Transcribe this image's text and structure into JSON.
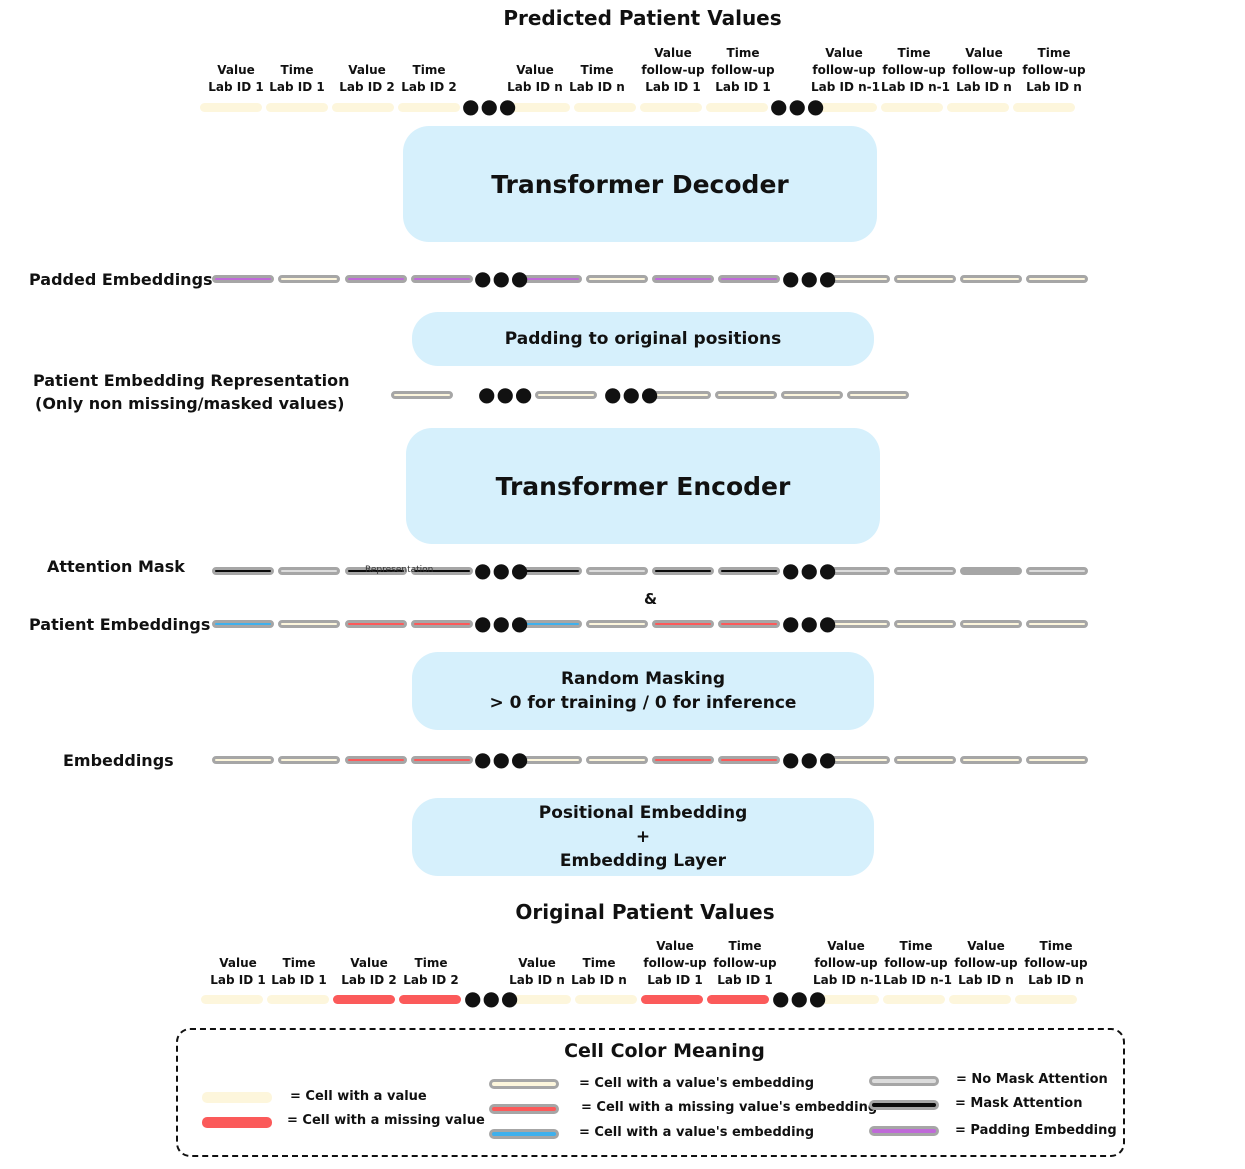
{
  "titles": {
    "predicted": "Predicted Patient Values",
    "original": "Original Patient Values"
  },
  "blocks": {
    "decoder": "Transformer Decoder",
    "padding": "Padding to original positions",
    "encoder": "Transformer Encoder",
    "masking_line1": "Random Masking",
    "masking_line2": "> 0 for training / 0 for inference",
    "positional_line1": "Positional Embedding",
    "positional_plus": "+",
    "positional_line3": "Embedding Layer"
  },
  "row_labels": {
    "padded": "Padded Embeddings",
    "representation_line1": "Patient Embedding Representation",
    "representation_line2": "(Only non missing/masked values)",
    "attention": "Attention Mask",
    "patient": "Patient Embeddings",
    "embeddings": "Embeddings"
  },
  "ampersand": "&",
  "overlap_text": "Representation",
  "dots": "●●●",
  "columns": [
    {
      "lines": [
        "Value",
        "Lab ID 1"
      ]
    },
    {
      "lines": [
        "Time",
        "Lab ID 1"
      ]
    },
    {
      "lines": [
        "Value",
        "Lab ID 2"
      ]
    },
    {
      "lines": [
        "Time",
        "Lab ID 2"
      ]
    },
    {
      "lines": [
        "Value",
        "Lab ID n"
      ]
    },
    {
      "lines": [
        "Time",
        "Lab ID n"
      ]
    },
    {
      "lines": [
        "Value",
        "follow-up",
        "Lab ID 1"
      ]
    },
    {
      "lines": [
        "Time",
        "follow-up",
        "Lab ID 1"
      ]
    },
    {
      "lines": [
        "Value",
        "follow-up",
        "Lab ID n-1"
      ]
    },
    {
      "lines": [
        "Time",
        "follow-up",
        "Lab ID n-1"
      ]
    },
    {
      "lines": [
        "Value",
        "follow-up",
        "Lab ID n"
      ]
    },
    {
      "lines": [
        "Time",
        "follow-up",
        "Lab ID n"
      ]
    }
  ],
  "rows": {
    "predicted": [
      "value",
      "value",
      "value",
      "value",
      "value",
      "value",
      "value",
      "value",
      "value",
      "value",
      "value",
      "value"
    ],
    "padded": [
      "padding",
      "valemb",
      "padding",
      "padding",
      "padding",
      "valemb",
      "padding",
      "padding",
      "valemb",
      "valemb",
      "valemb",
      "valemb"
    ],
    "attention": [
      "mask",
      "nomask",
      "mask",
      "mask",
      "mask",
      "nomask",
      "mask",
      "mask",
      "nomask",
      "nomask",
      "nomask_fill",
      "nomask"
    ],
    "patient": [
      "blue",
      "valemb",
      "missemb",
      "missemb",
      "blue",
      "valemb",
      "missemb",
      "missemb",
      "valemb",
      "valemb",
      "valemb",
      "valemb"
    ],
    "embeddings": [
      "valemb",
      "valemb",
      "missemb",
      "missemb",
      "valemb",
      "valemb",
      "missemb",
      "missemb",
      "valemb",
      "valemb",
      "valemb",
      "valemb"
    ],
    "original": [
      "value",
      "value",
      "missing",
      "missing",
      "value",
      "value",
      "missing",
      "missing",
      "value",
      "value",
      "value",
      "value"
    ]
  },
  "legend": {
    "title": "Cell Color Meaning",
    "items": [
      {
        "type": "value",
        "text": "= Cell with a value"
      },
      {
        "type": "missing",
        "text": "= Cell with a missing value"
      },
      {
        "type": "valemb",
        "text": "= Cell with a value's embedding"
      },
      {
        "type": "missemb",
        "text": "= Cell with a missing value's embedding"
      },
      {
        "type": "blue",
        "text": "= Cell with a value's embedding"
      },
      {
        "type": "nomask",
        "text": "= No Mask Attention"
      },
      {
        "type": "mask",
        "text": "= Mask Attention"
      },
      {
        "type": "padding",
        "text": "= Padding Embedding"
      }
    ]
  },
  "colors": {
    "block": "#d6f0fc",
    "value": "#fdf6dc",
    "missing": "#fb5a5a",
    "outline": "#a6a6a6",
    "blue": "#3fb0ec",
    "mask": "#0a0a0a",
    "nomask": "#dcdcdc",
    "nomask_fill": "#a6a6a6",
    "padding": "#bf6ad8"
  }
}
